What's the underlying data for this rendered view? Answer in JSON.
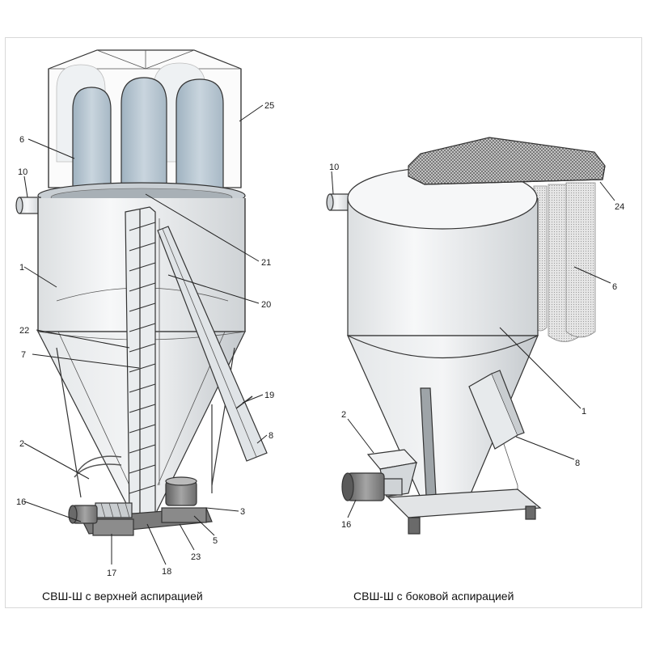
{
  "colors": {
    "steel_light": "#f4f5f6",
    "steel_mid": "#d9dcde",
    "steel_dark": "#b7bbbe",
    "filter_blue": "#b9c8d3",
    "filter_light": "#dde3e8",
    "mesh": "#6a6a6a",
    "motor": "#8c8c8c",
    "frame": "#5a5a5a"
  },
  "left_unit": {
    "caption": "СВШ-Ш с верхней аспирацией",
    "callouts": {
      "c25": "25",
      "c6": "6",
      "c10": "10",
      "c1": "1",
      "c21": "21",
      "c20": "20",
      "c22": "22",
      "c7": "7",
      "c19": "19",
      "c8": "8",
      "c2": "2",
      "c16": "16",
      "c3": "3",
      "c5": "5",
      "c23": "23",
      "c17": "17",
      "c18": "18"
    }
  },
  "right_unit": {
    "caption": "СВШ-Ш с боковой аспирацией",
    "callouts": {
      "c10": "10",
      "c24": "24",
      "c6": "6",
      "c1": "1",
      "c2": "2",
      "c8": "8",
      "c16": "16"
    }
  }
}
